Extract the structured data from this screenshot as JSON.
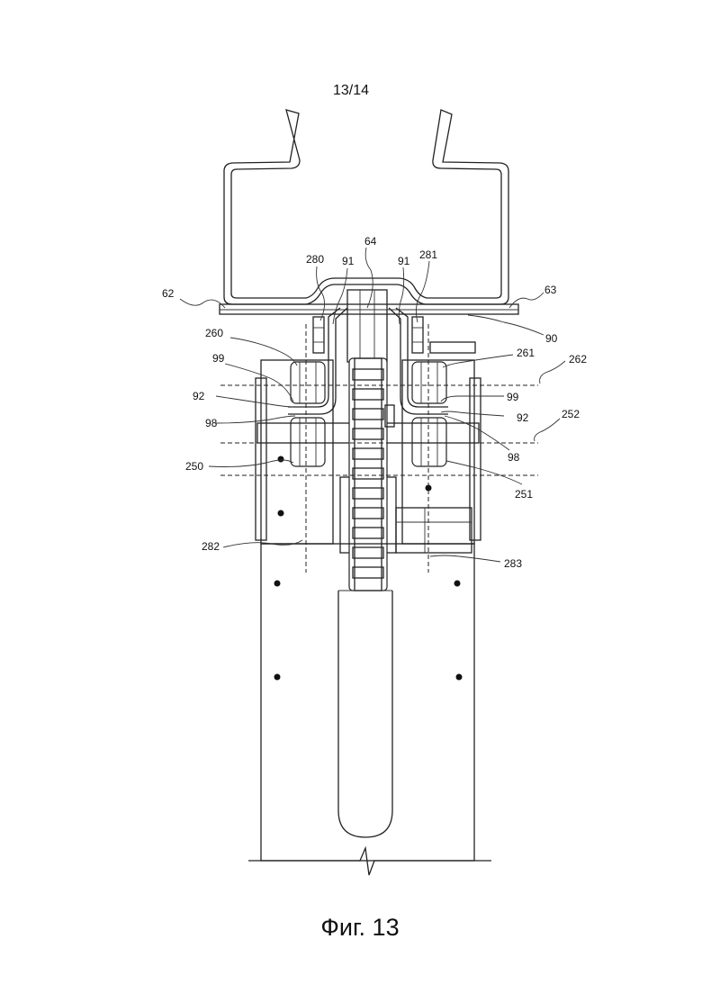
{
  "header": {
    "sheet_number": "13/14"
  },
  "caption": {
    "figure_label": "Фиг. 13"
  },
  "reference_numerals": [
    "62",
    "63",
    "64",
    "280",
    "91",
    "91",
    "281",
    "90",
    "260",
    "261",
    "262",
    "99",
    "99",
    "92",
    "92",
    "98",
    "98",
    "252",
    "250",
    "251",
    "282",
    "283"
  ]
}
